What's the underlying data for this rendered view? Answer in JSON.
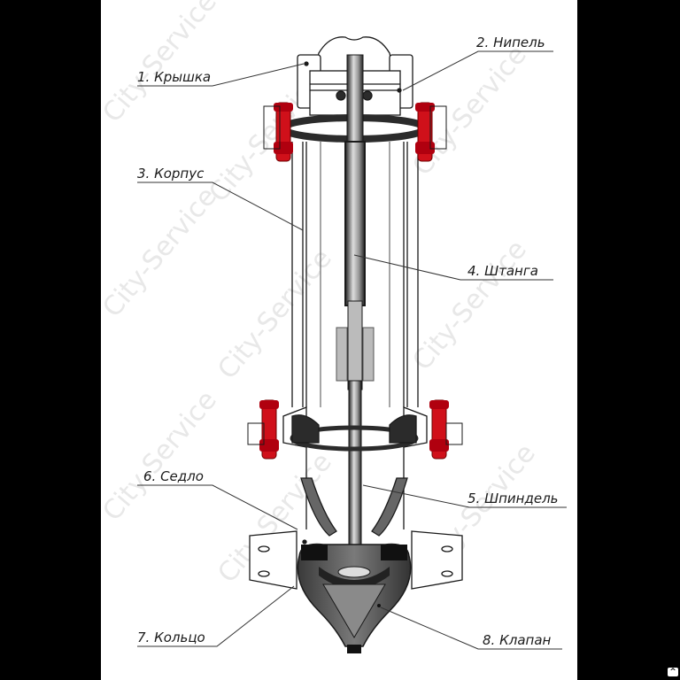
{
  "diagram": {
    "subject": "Fire hydrant (cross-section)",
    "watermark": "City-Service",
    "colors": {
      "bolt": "#d0101a",
      "outline": "#1a1a1a",
      "dark_part": "#2b2b2b",
      "mid_grey": "#8a8a8a",
      "background": "#ffffff",
      "frame": "#000000"
    },
    "labels": [
      {
        "id": "1",
        "text": "1. Крышка"
      },
      {
        "id": "2",
        "text": "2. Нипель"
      },
      {
        "id": "3",
        "text": "3. Корпус"
      },
      {
        "id": "4",
        "text": "4. Штанга"
      },
      {
        "id": "5",
        "text": "5. Шпиндель"
      },
      {
        "id": "6",
        "text": "6. Седло"
      },
      {
        "id": "7",
        "text": "7. Кольцо"
      },
      {
        "id": "8",
        "text": "8. Клапан"
      }
    ]
  },
  "corner_badge": {
    "icon": "caret-up-icon",
    "glyph": "^"
  }
}
